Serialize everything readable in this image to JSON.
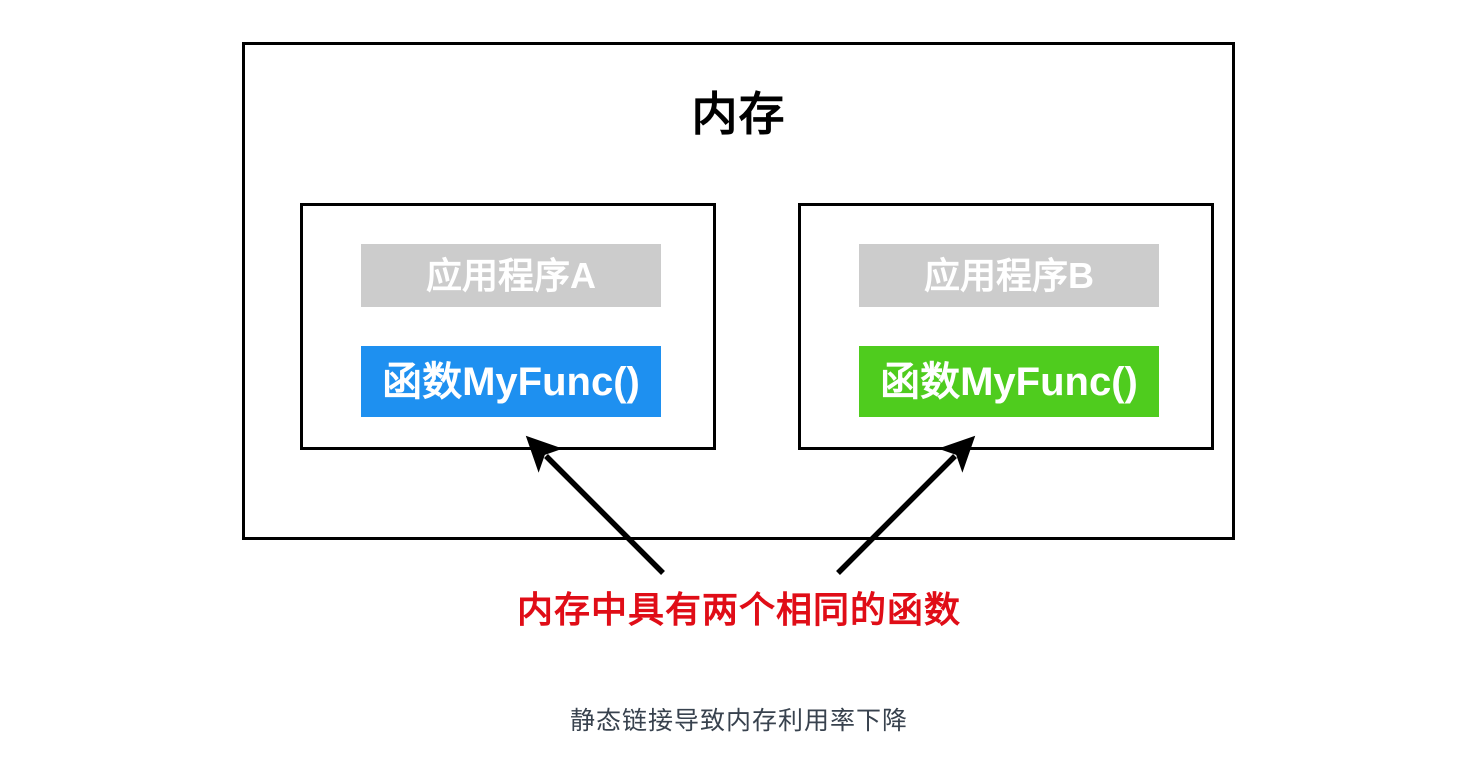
{
  "diagram": {
    "memory": {
      "title": "内存",
      "border_color": "#000000",
      "background": "#ffffff"
    },
    "apps": [
      {
        "id": "app-a",
        "app_label": "应用程序A",
        "app_color": "#cccccc",
        "func_label": "函数MyFunc()",
        "func_color": "#1e90f0",
        "text_color": "#ffffff"
      },
      {
        "id": "app-b",
        "app_label": "应用程序B",
        "app_color": "#cccccc",
        "func_label": "函数MyFunc()",
        "func_color": "#4fcc1e",
        "text_color": "#ffffff"
      }
    ],
    "annotation": {
      "callout": "内存中具有两个相同的函数",
      "callout_color": "#e00d17",
      "arrow_color": "#000000",
      "arrow_count": 2
    },
    "caption": {
      "text": "静态链接导致内存利用率下降",
      "color": "#38424e"
    }
  }
}
